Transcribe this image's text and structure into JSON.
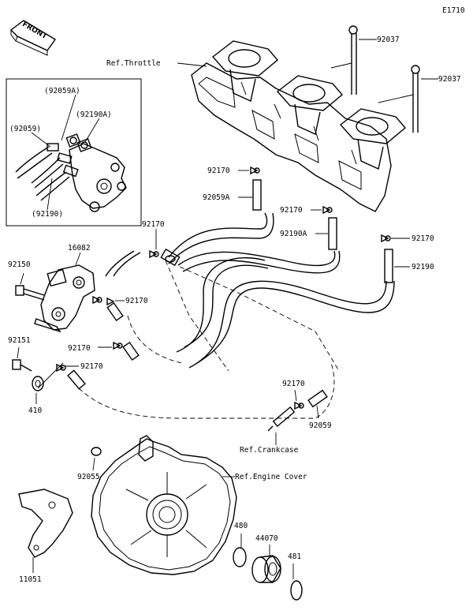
{
  "diagram_code": "E1710",
  "front_badge": "FRONT",
  "inset_labels": {
    "a": "(92059A)",
    "b": "(92190A)",
    "c": "(92059)",
    "d": "(92190)"
  },
  "part_labels": {
    "p92037_top": "92037",
    "p92037_bottom": "92037",
    "ref_throttle": "Ref.Throttle",
    "p92170_a": "92170",
    "p92059A": "92059A",
    "p92170_b": "92170",
    "p92190A": "92190A",
    "p92170_c": "92170",
    "p92190": "92190",
    "p92170_d": "92170",
    "p16082": "16082",
    "p92150": "92150",
    "p92170_e": "92170",
    "p92151": "92151",
    "p92170_f": "92170",
    "p92170_g": "92170",
    "p410": "410",
    "p92170_h": "92170",
    "p92059": "92059",
    "ref_crankcase": "Ref.Crankcase",
    "p92055": "92055",
    "ref_engine_cover": "Ref.Engine Cover",
    "p480": "480",
    "p44070": "44070",
    "p481": "481",
    "p11051": "11051"
  }
}
